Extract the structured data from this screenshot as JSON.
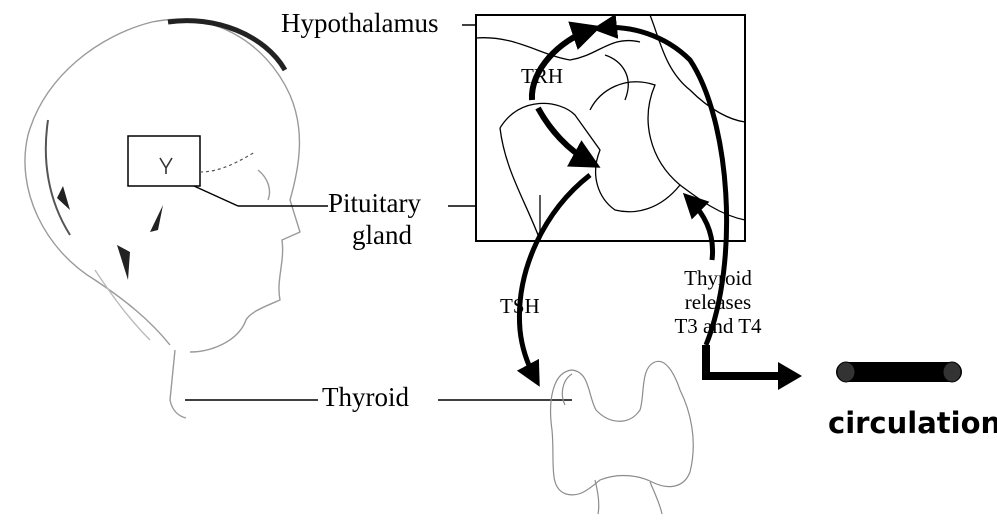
{
  "labels": {
    "hypothalamus": "Hypothalamus",
    "pituitary_line1": "Pituitary",
    "pituitary_line2": "gland",
    "thyroid": "Thyroid",
    "trh": "TRH",
    "tsh": "TSH",
    "thyroid_release_line1": "Thyroid",
    "thyroid_release_line2": "releases",
    "thyroid_release_line3": "T3 and T4",
    "circulation": "circulation"
  },
  "icons": {
    "head": "head-profile-icon",
    "hypothalamus_zoom": "brain-zoom-icon",
    "thyroid_gland": "thyroid-gland-icon",
    "blood_vessel": "blood-vessel-icon"
  },
  "colors": {
    "ink": "#000000",
    "sketch": "#808080",
    "background": "#ffffff"
  }
}
